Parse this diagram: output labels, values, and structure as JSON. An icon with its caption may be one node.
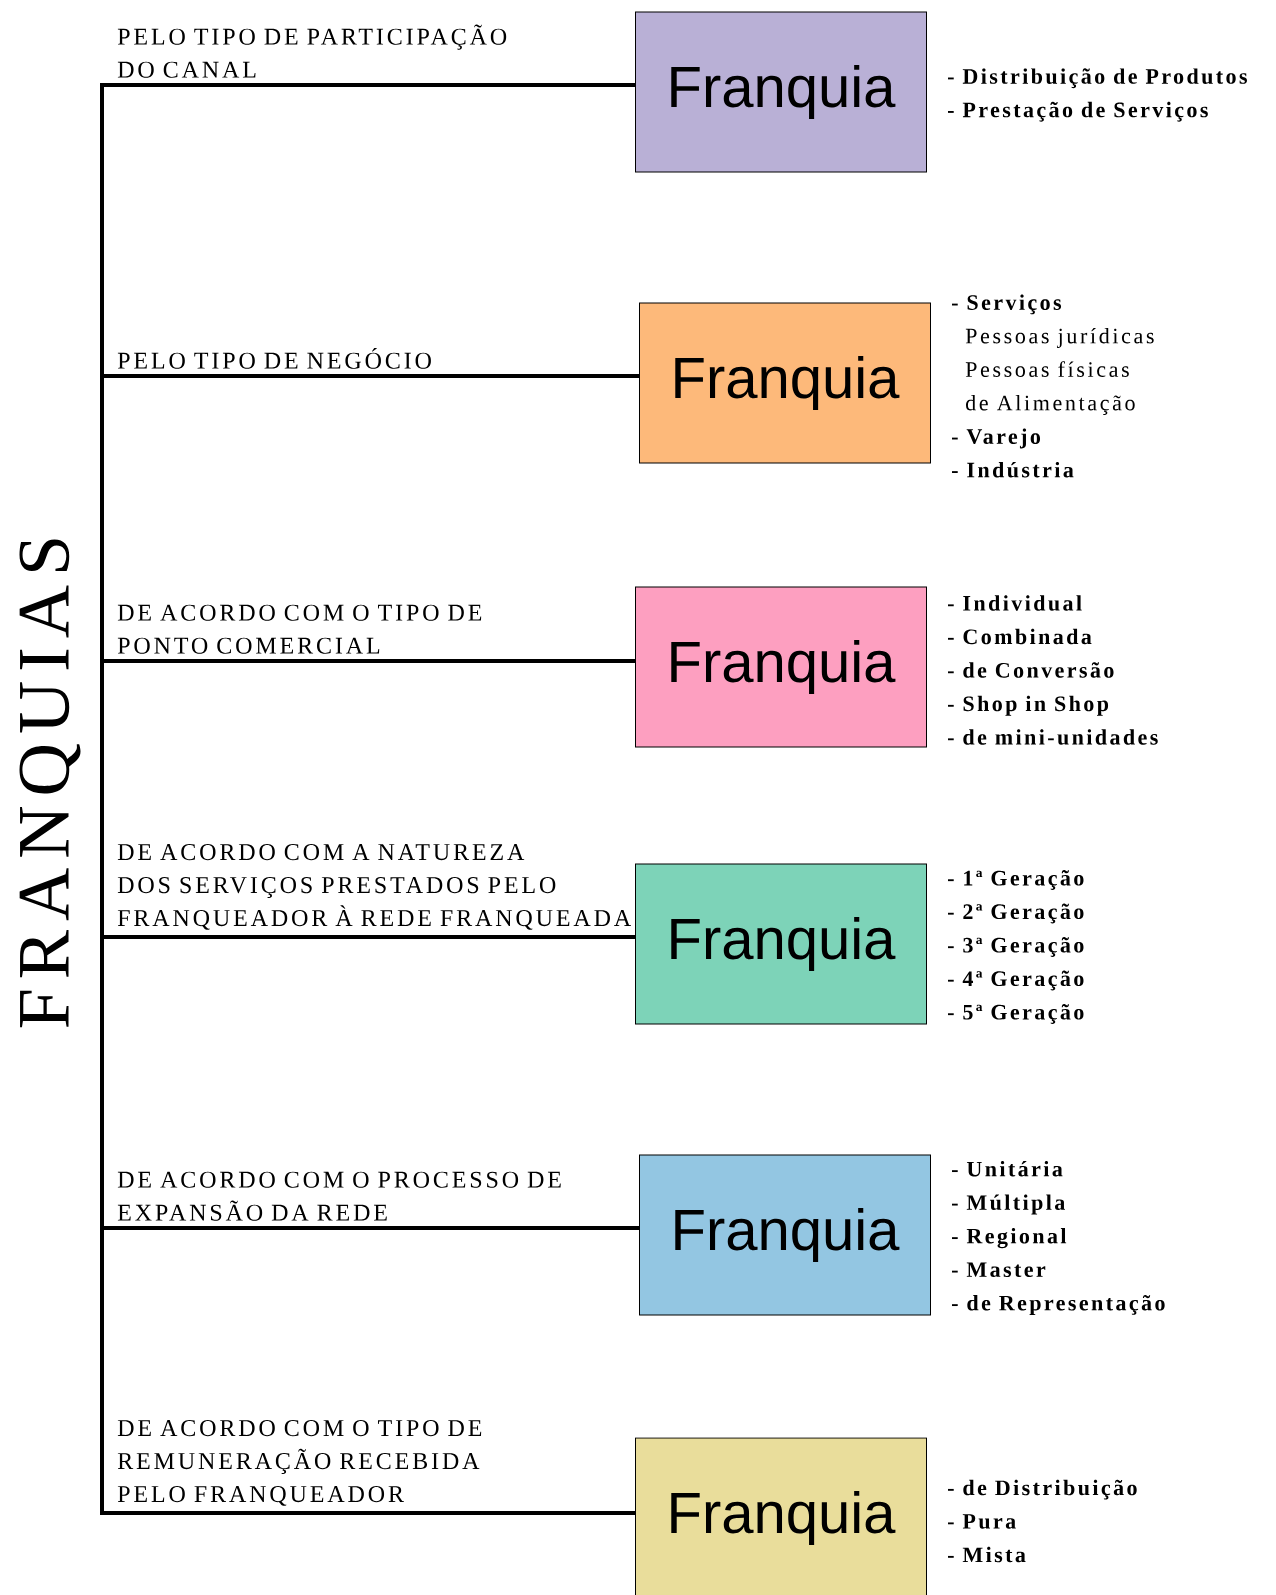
{
  "diagram": {
    "nodes": [
      {
        "text": [
          "FRANQUIAS"
        ]
      },
      {
        "text": [
          "Franquia"
        ],
        "beside": [
          "- Distribuição de Produtos",
          "- Prestação de Serviços"
        ]
      },
      {
        "text": [
          "Franquia"
        ],
        "beside": [
          "- Serviços",
          "Pessoas jurídicas",
          "Pessoas físicas",
          "de Alimentação",
          "- Varejo",
          "- Indústria"
        ]
      },
      {
        "text": [
          "Franquia"
        ],
        "beside": [
          "- Individual",
          "- Combinada",
          "- de Conversão",
          "- Shop in Shop",
          "- de mini-unidades"
        ]
      },
      {
        "text": [
          "Franquia"
        ],
        "beside": [
          "- 1ª Geração",
          "- 2ª Geração",
          "- 3ª Geração",
          "- 4ª Geração",
          "- 5ª Geração"
        ]
      },
      {
        "text": [
          "Franquia"
        ],
        "beside": [
          "- Unitária",
          "- Múltipla",
          "- Regional",
          "- Master",
          "- de Representação"
        ]
      },
      {
        "text": [
          "Franquia"
        ],
        "beside": [
          "- de Distribuição",
          "- Pura",
          "- Mista"
        ]
      }
    ],
    "edges": [
      {
        "from": 0,
        "to": 1,
        "arrow": "none",
        "label": "PELO TIPO DE PARTICIPAÇÃO DO CANAL"
      },
      {
        "from": 0,
        "to": 2,
        "arrow": "none",
        "label": "PELO TIPO DE NEGÓCIO"
      },
      {
        "from": 0,
        "to": 3,
        "arrow": "none",
        "label": "DE ACORDO COM O TIPO DE PONTO COMERCIAL"
      },
      {
        "from": 0,
        "to": 4,
        "arrow": "none",
        "label": "DE ACORDO COM A NATUREZA DOS SERVIÇOS PRESTADOS PELO FRANQUEADOR À REDE FRANQUEADA"
      },
      {
        "from": 0,
        "to": 5,
        "arrow": "none",
        "label": "DE ACORDO COM O PROCESSO DE EXPANSÃO DA REDE"
      },
      {
        "from": 0,
        "to": 6,
        "arrow": "none",
        "label": "DE ACORDO COM O TIPO DE REMUNERAÇÃO RECEBIDA PELO FRANQUEADOR"
      }
    ]
  }
}
